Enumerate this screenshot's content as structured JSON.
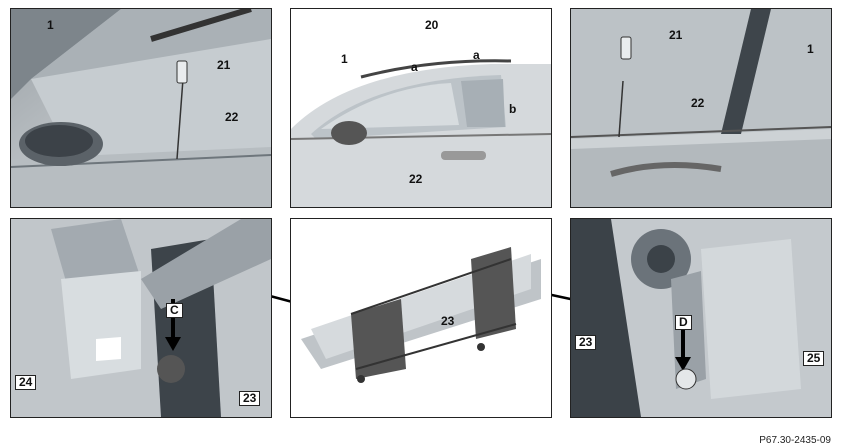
{
  "panels": {
    "p1": {
      "labels": [
        "1",
        "21",
        "22"
      ]
    },
    "p2": {
      "labels": [
        "20",
        "1",
        "a",
        "a",
        "b",
        "22"
      ]
    },
    "p3": {
      "labels": [
        "21",
        "1",
        "22"
      ]
    },
    "p4": {
      "labels": [
        "C",
        "24",
        "23"
      ]
    },
    "p5": {
      "labels": [
        "23"
      ]
    },
    "p6": {
      "labels": [
        "23",
        "D",
        "25"
      ]
    }
  },
  "figure_id": "P67.30-2435-09"
}
